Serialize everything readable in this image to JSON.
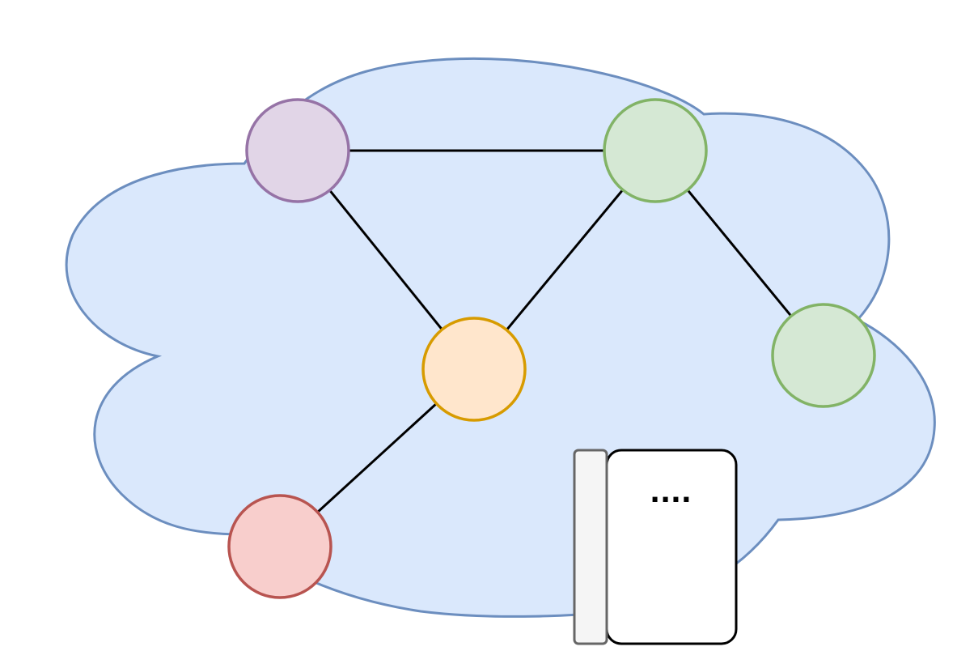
{
  "colors": {
    "background": "#ffffff",
    "cloud_fill": "#dae8fc",
    "cloud_stroke": "#6c8ebf",
    "edge_stroke": "#000000",
    "purple_fill": "#e1d5e7",
    "purple_stroke": "#9673a6",
    "green_fill": "#d5e8d4",
    "green_stroke": "#82b366",
    "orange_fill": "#ffe6cc",
    "orange_stroke": "#d79b00",
    "red_fill": "#f8cecc",
    "red_stroke": "#b85450",
    "note_fill": "#ffffff",
    "note_stroke": "#000000",
    "bar_fill": "#f5f5f5",
    "bar_stroke": "#666666"
  },
  "nodes": [
    {
      "id": "purple-node",
      "color": "purple"
    },
    {
      "id": "green-node-top",
      "color": "green"
    },
    {
      "id": "orange-node-center",
      "color": "orange"
    },
    {
      "id": "green-node-right",
      "color": "green"
    },
    {
      "id": "red-node",
      "color": "red"
    }
  ],
  "edges": [
    {
      "from": "purple-node",
      "to": "green-node-top"
    },
    {
      "from": "purple-node",
      "to": "orange-node-center"
    },
    {
      "from": "green-node-top",
      "to": "orange-node-center"
    },
    {
      "from": "green-node-top",
      "to": "green-node-right"
    },
    {
      "from": "orange-node-center",
      "to": "red-node"
    }
  ],
  "note": {
    "text": "...."
  }
}
